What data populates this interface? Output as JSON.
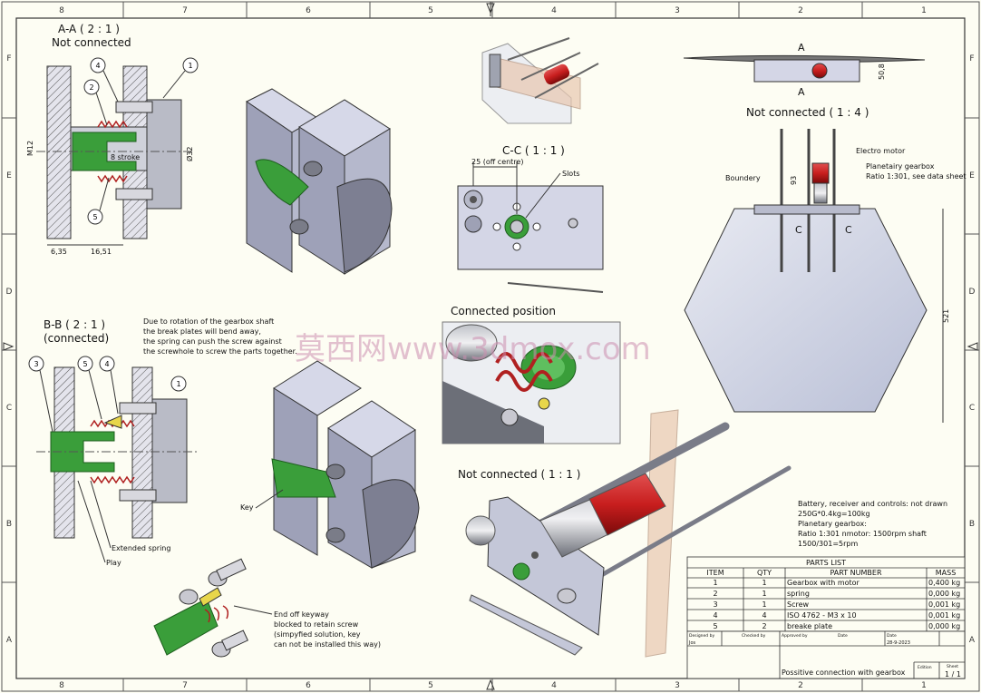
{
  "frame": {
    "columns": [
      "8",
      "7",
      "6",
      "5",
      "4",
      "3",
      "2",
      "1"
    ],
    "rows": [
      "F",
      "E",
      "D",
      "C",
      "B",
      "A"
    ]
  },
  "view_aa": {
    "title": "A-A ( 2 : 1 )",
    "subtitle": "Not connected",
    "callouts": [
      "1",
      "2",
      "4",
      "5"
    ],
    "dims": {
      "m12": "M12",
      "stroke": "8 stroke",
      "dia32": "Ø32",
      "w1": "6,35",
      "w2": "16,51"
    }
  },
  "view_bb": {
    "title": "B-B ( 2 : 1 )",
    "subtitle": "(connected)",
    "callouts": [
      "3",
      "5",
      "4",
      "1"
    ],
    "note": [
      "Due to rotation of the gearbox shaft",
      "the break plates will bend away,",
      "the spring can push the screw against",
      "the screwhole to screw the parts together."
    ],
    "extended_spring": "Extended spring",
    "play": "Play"
  },
  "view_iso2": {
    "key": "Key"
  },
  "view_cc": {
    "title": "C-C ( 1 : 1 )",
    "offset": "25 (off centre)",
    "slots": "Slots"
  },
  "connected": {
    "title": "Connected position"
  },
  "not_connected_11": {
    "title": "Not connected ( 1 : 1 )"
  },
  "top_right": {
    "section_a": "A",
    "dim_508": "50,8",
    "title": "Not connected ( 1 : 4 )",
    "electro_motor": "Electro motor",
    "gearbox": [
      "Planetairy gearbox",
      "Ratio 1:301, see data sheet"
    ],
    "boundery": "Boundery",
    "dim_93": "93",
    "dim_521": "521",
    "section_c": "C"
  },
  "keyway_note": [
    "End off keyway",
    "blocked to retain screw",
    "(simpyfied solution, key",
    "can not be installed this way)"
  ],
  "specs": [
    "Battery, receiver and controls: not drawn",
    "250G*0.4kg=100kg",
    "Planetary gearbox:",
    "Ratio 1:301 nmotor: 1500rpm shaft",
    "1500/301=5rpm"
  ],
  "parts_list": {
    "title": "PARTS LIST",
    "headers": [
      "ITEM",
      "QTY",
      "PART NUMBER",
      "MASS"
    ],
    "rows": [
      [
        "1",
        "1",
        "Gearbox with motor",
        "0,400 kg"
      ],
      [
        "2",
        "1",
        "spring",
        "0,000 kg"
      ],
      [
        "3",
        "1",
        "Screw",
        "0,001 kg"
      ],
      [
        "4",
        "4",
        "ISO 4762 - M3 x 10",
        "0,001 kg"
      ],
      [
        "5",
        "2",
        "breake plate",
        "0,000 kg"
      ]
    ]
  },
  "title_block": {
    "designed_by": "Designed by",
    "designer": "Jos",
    "checked_by": "Checked by",
    "approved_by": "Approved by",
    "date_label": "Date",
    "date_label2": "Date",
    "date_value": "28-9-2023",
    "title": "Possitive connection with gearbox",
    "edition": "Edition",
    "sheet_label": "Sheet",
    "sheet_value": "1 / 1"
  },
  "watermark": "莫西网www.3dmox.com",
  "colors": {
    "green": "#3a9e3a",
    "red": "#c81e1e",
    "steel": "#8a8d9c",
    "plate": "#cdd0e6",
    "hatch": "#6b6b7a",
    "yellow": "#e8d64a"
  }
}
